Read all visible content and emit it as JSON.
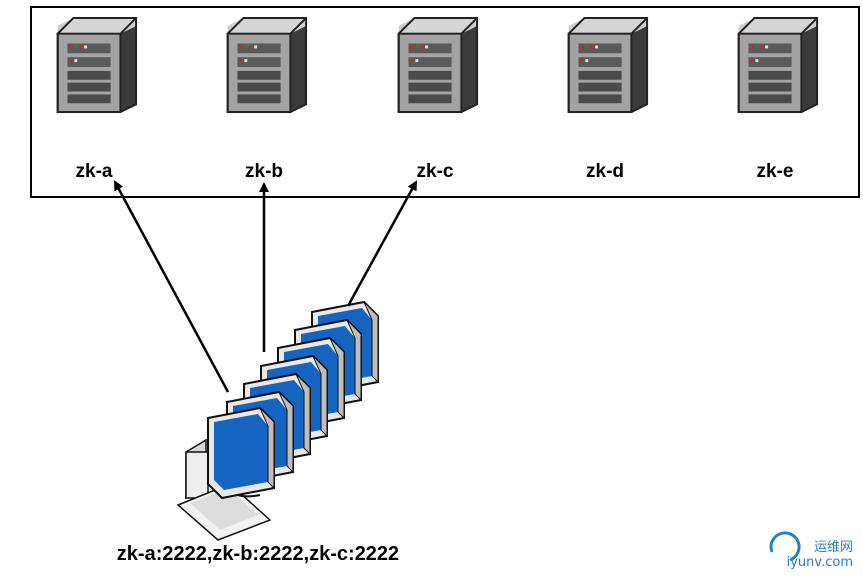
{
  "servers": [
    {
      "id": "zk-a",
      "label": "zk-a"
    },
    {
      "id": "zk-b",
      "label": "zk-b"
    },
    {
      "id": "zk-c",
      "label": "zk-c"
    },
    {
      "id": "zk-d",
      "label": "zk-d"
    },
    {
      "id": "zk-e",
      "label": "zk-e"
    }
  ],
  "connection_string": "zk-a:2222,zk-b:2222,zk-c:2222",
  "connected_servers": [
    "zk-a",
    "zk-b",
    "zk-c"
  ],
  "client_monitor_count": 7,
  "watermark": {
    "line1": "运维网",
    "line2": "iyunv.com"
  },
  "colors": {
    "screen": "#1565c0",
    "server_body": "#9a9a9a",
    "border": "#000000"
  }
}
